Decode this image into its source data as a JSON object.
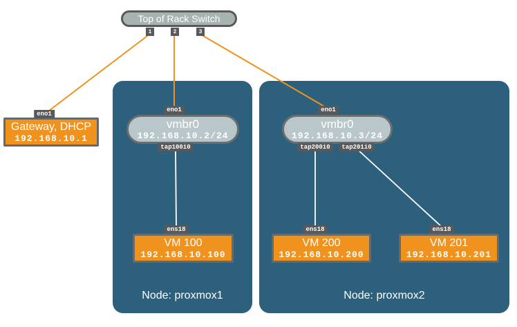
{
  "diagram": {
    "switch": {
      "label": "Top of Rack Switch",
      "ports": [
        "1",
        "2",
        "3"
      ]
    },
    "gateway": {
      "interface_tag": "eno1",
      "title": "Gateway, DHCP",
      "ip": "192.168.10.1"
    },
    "nodes": [
      {
        "label": "Node: proxmox1",
        "uplink_tag": "eno1",
        "bridge": {
          "name": "vmbr0",
          "cidr": "192.168.10.2/24"
        },
        "tap_tags": [
          "tap100i0"
        ],
        "vms": [
          {
            "nic_tag": "ens18",
            "title": "VM 100",
            "ip": "192.168.10.100"
          }
        ]
      },
      {
        "label": "Node: proxmox2",
        "uplink_tag": "eno1",
        "bridge": {
          "name": "vmbr0",
          "cidr": "192.168.10.3/24"
        },
        "tap_tags": [
          "tap200i0",
          "tap201i0"
        ],
        "vms": [
          {
            "nic_tag": "ens18",
            "title": "VM 200",
            "ip": "192.168.10.200"
          },
          {
            "nic_tag": "ens18",
            "title": "VM 201",
            "ip": "192.168.10.201"
          }
        ]
      }
    ]
  },
  "colors": {
    "node_teal": "#2D607C",
    "box_orange": "#F0921E",
    "link_orange": "#F0921E",
    "link_white": "#FFFFFF",
    "tag_gray": "#58595B",
    "switch_fill": "#A7B3B1",
    "bridge_fill": "#B9C7CB",
    "border_gray": "#67696B"
  }
}
